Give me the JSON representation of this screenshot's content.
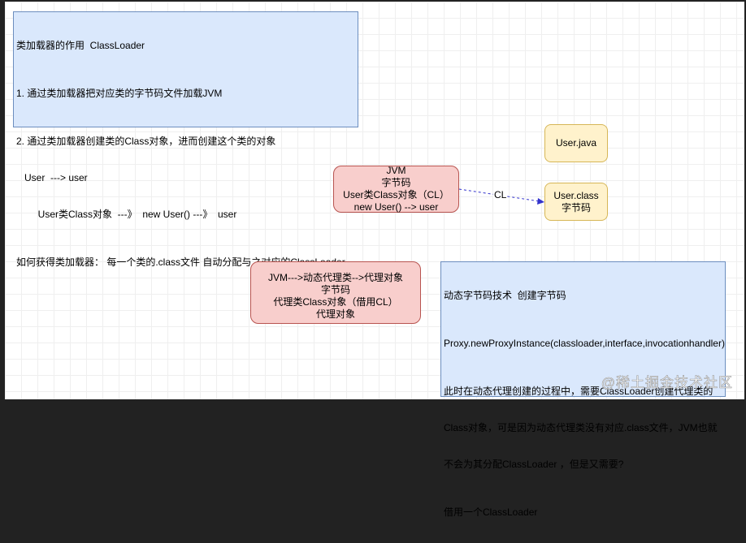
{
  "note_top": {
    "title": "类加载器的作用  ClassLoader",
    "point1": "1. 通过类加载器把对应类的字节码文件加载JVM",
    "point2": "2. 通过类加载器创建类的Class对象，进而创建这个类的对象",
    "point2_line2": "   User  ---> user",
    "point2_line3": "        User类Class对象  ---》  new User() ---》  user",
    "how": "如何获得类加载器： 每一个类的.class文件 自动分配与之对应的ClassLoader"
  },
  "user_java": {
    "label": "User.java"
  },
  "user_class": {
    "line1": "User.class",
    "line2": "字节码"
  },
  "jvm_box": {
    "line1": "JVM",
    "line2": "字节码",
    "line3": "User类Class对象（CL）",
    "line4": "new User() --> user"
  },
  "edge_label": "CL",
  "proxy_box": {
    "line1": "JVM--->动态代理类-->代理对象",
    "line2": "字节码",
    "line3": "代理类Class对象（借用CL）",
    "line4": "代理对象"
  },
  "note_bottom": {
    "title": "动态字节码技术  创建字节码",
    "code": "Proxy.newProxyInstance(classloader,interface,invocationhandler)",
    "para_line1": "此时在动态代理创建的过程中，需要ClassLoader创建代理类的",
    "para_line2": "Class对象，可是因为动态代理类没有对应.class文件，JVM也就",
    "para_line3": "不会为其分配ClassLoader ，但是又需要?",
    "conclusion": "借用一个ClassLoader"
  },
  "watermark": "@稀土掘金技术社区"
}
